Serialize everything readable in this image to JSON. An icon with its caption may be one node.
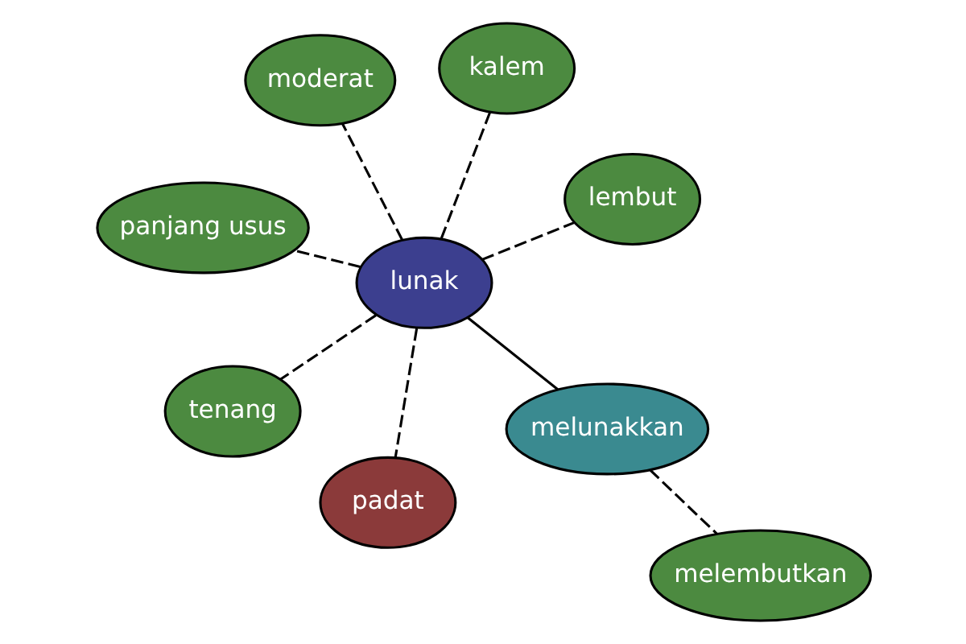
{
  "diagram": {
    "nodes": [
      {
        "text": [
          "panjang usus"
        ]
      },
      {
        "text": [
          "lembut"
        ]
      },
      {
        "text": [
          "padat"
        ]
      },
      {
        "text": [
          "kalem"
        ]
      },
      {
        "text": [
          "lunak"
        ]
      },
      {
        "text": [
          "moderat"
        ]
      },
      {
        "text": [
          "tenang"
        ]
      },
      {
        "text": [
          "melunakkan"
        ]
      },
      {
        "text": [
          "melembutkan"
        ]
      }
    ],
    "edges": [
      {
        "from": 4,
        "to": 0,
        "arrow": "none",
        "style": "dashed"
      },
      {
        "from": 4,
        "to": 1,
        "arrow": "none",
        "style": "dashed"
      },
      {
        "from": 4,
        "to": 2,
        "arrow": "none",
        "style": "dashed"
      },
      {
        "from": 4,
        "to": 3,
        "arrow": "none",
        "style": "dashed"
      },
      {
        "from": 4,
        "to": 5,
        "arrow": "none",
        "style": "dashed"
      },
      {
        "from": 4,
        "to": 6,
        "arrow": "none",
        "style": "dashed"
      },
      {
        "from": 4,
        "to": 7,
        "arrow": "none"
      },
      {
        "from": 7,
        "to": 8,
        "arrow": "none",
        "style": "dashed"
      }
    ]
  }
}
